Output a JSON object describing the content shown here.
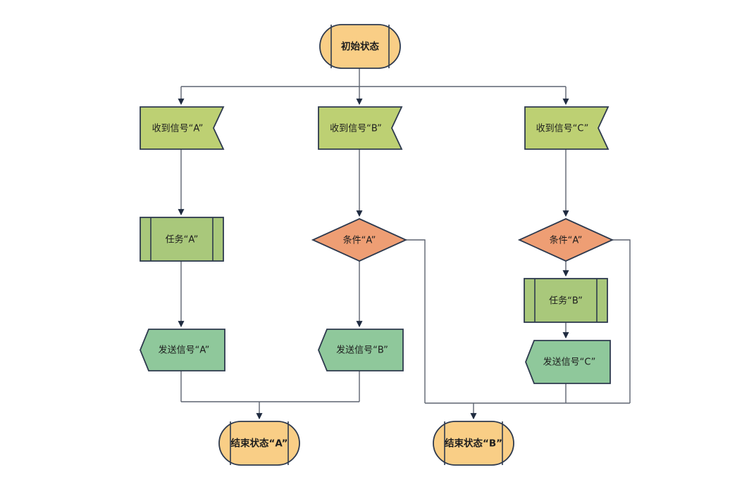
{
  "colors": {
    "terminator_fill": "#F9CE86",
    "receive_fill": "#BDD073",
    "task_fill": "#A9C87B",
    "send_fill": "#8FC89B",
    "condition_fill": "#EE9E74",
    "shape_border": "#2E3A4E",
    "connector": "#5D6470",
    "arrowhead": "#1F2B40",
    "text": "#1E1E1E",
    "background": "#FFFFFF"
  },
  "nodes": {
    "start": {
      "label": "初始状态",
      "shape": "terminator"
    },
    "receive_a": {
      "label": "收到信号“A”",
      "shape": "receive-signal"
    },
    "receive_b": {
      "label": "收到信号“B”",
      "shape": "receive-signal"
    },
    "receive_c": {
      "label": "收到信号“C”",
      "shape": "receive-signal"
    },
    "task_a": {
      "label": "任务“A”",
      "shape": "predefined-process"
    },
    "task_b": {
      "label": "任务“B”",
      "shape": "predefined-process"
    },
    "condition_b": {
      "label": "条件“A”",
      "shape": "decision"
    },
    "condition_c": {
      "label": "条件“A”",
      "shape": "decision"
    },
    "send_a": {
      "label": "发送信号“A”",
      "shape": "send-signal"
    },
    "send_b": {
      "label": "发送信号“B”",
      "shape": "send-signal"
    },
    "send_c": {
      "label": "发送信号“C”",
      "shape": "send-signal"
    },
    "end_a": {
      "label": "结束状态“A”",
      "shape": "terminator"
    },
    "end_b": {
      "label": "结束状态“B”",
      "shape": "terminator"
    }
  }
}
